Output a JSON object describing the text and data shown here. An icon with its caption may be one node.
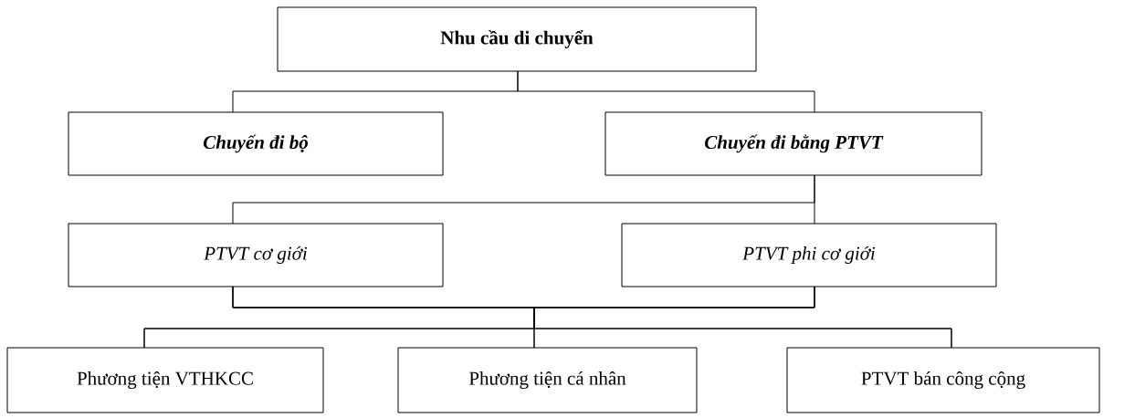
{
  "diagram": {
    "nodes": [
      {
        "text": [
          "Nhu cầu di chuyển"
        ]
      },
      {
        "text": [
          "Chuyến đi bộ"
        ]
      },
      {
        "text": [
          "Chuyến đi bằng PTVT"
        ]
      },
      {
        "text": [
          "PTVT cơ giới"
        ]
      },
      {
        "text": [
          "PTVT phi cơ giới"
        ]
      },
      {
        "text": [
          "Phương tiện VTHKCC"
        ]
      },
      {
        "text": [
          "Phương tiện cá nhân"
        ]
      },
      {
        "text": [
          "PTVT bán công cộng"
        ]
      }
    ],
    "edges": [
      {
        "from": 0,
        "to": 1,
        "arrow": "none"
      },
      {
        "from": 0,
        "to": 2,
        "arrow": "none"
      },
      {
        "from": 2,
        "to": 3,
        "arrow": "none"
      },
      {
        "from": 2,
        "to": 4,
        "arrow": "none"
      },
      {
        "from": 3,
        "to": 5,
        "arrow": "none"
      },
      {
        "from": 3,
        "to": 6,
        "arrow": "none"
      },
      {
        "from": 3,
        "to": 7,
        "arrow": "none"
      },
      {
        "from": 4,
        "to": 5,
        "arrow": "none"
      },
      {
        "from": 4,
        "to": 6,
        "arrow": "none"
      },
      {
        "from": 4,
        "to": 7,
        "arrow": "none"
      }
    ]
  }
}
